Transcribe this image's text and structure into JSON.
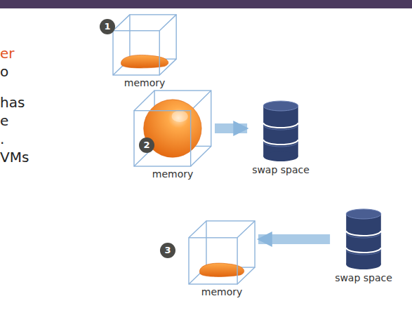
{
  "diagram": {
    "nodes": [
      {
        "text": [
          "memory"
        ]
      },
      {
        "text": [
          "memory"
        ]
      },
      {
        "text": [
          "swap space"
        ]
      },
      {
        "text": [
          "memory"
        ]
      },
      {
        "text": [
          "swap space"
        ]
      }
    ],
    "edges": [
      {
        "from": 1,
        "to": 2,
        "arrow": "to"
      },
      {
        "from": 4,
        "to": 3,
        "arrow": "to"
      }
    ],
    "labels": [
      "1",
      "2",
      "3",
      "er",
      "o",
      "has",
      "e",
      ".",
      "VMs"
    ]
  }
}
